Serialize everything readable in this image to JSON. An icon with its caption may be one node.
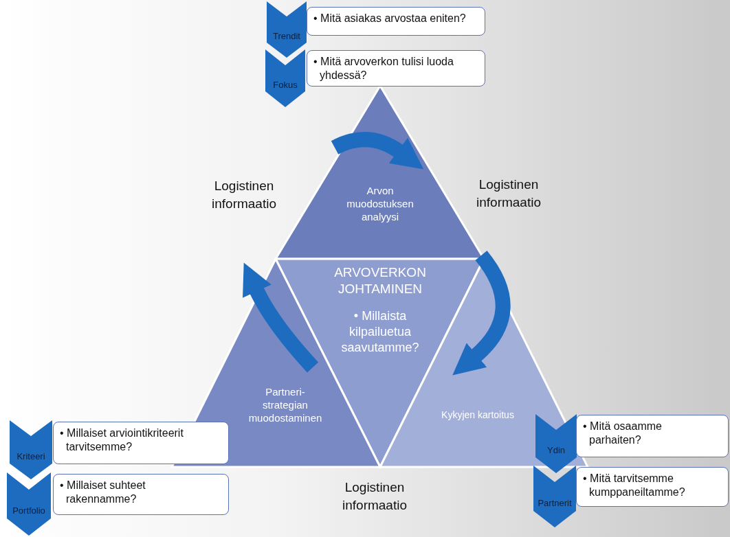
{
  "diagram": {
    "nodes": [
      {
        "text": [
          "Arvon muodostuksen analyysi"
        ]
      },
      {
        "text": [
          "ARVOVERKON JOHTAMINEN",
          "• Millaista kilpailuetua saavutamme?"
        ]
      },
      {
        "text": [
          "Partneri- strategian muodostaminen"
        ]
      },
      {
        "text": [
          "Kykyjen kartoitus"
        ]
      },
      {
        "text": [
          "Trendit"
        ]
      },
      {
        "text": [
          "• Mitä asiakas arvostaa eniten?"
        ]
      },
      {
        "text": [
          "Fokus"
        ]
      },
      {
        "text": [
          "• Mitä arvoverkon tulisi luoda yhdessä?"
        ]
      },
      {
        "text": [
          "Kriteeri"
        ]
      },
      {
        "text": [
          "• Millaiset arviointikriteerit tarvitsemme?"
        ]
      },
      {
        "text": [
          "Portfolio"
        ]
      },
      {
        "text": [
          "• Millaiset suhteet rakennamme?"
        ]
      },
      {
        "text": [
          "Ydin"
        ]
      },
      {
        "text": [
          "• Mitä osaamme parhaiten?"
        ]
      },
      {
        "text": [
          "Partnerit"
        ]
      },
      {
        "text": [
          "• Mitä tarvitsemme kumppaneiltamme?"
        ]
      }
    ],
    "edges": [
      {
        "from": 0,
        "to": 3,
        "arrow": "to"
      },
      {
        "from": 2,
        "to": 0,
        "arrow": "to"
      }
    ],
    "labels": [
      "Logistinen informaatio",
      "Logistinen informaatio",
      "Logistinen informaatio"
    ]
  }
}
